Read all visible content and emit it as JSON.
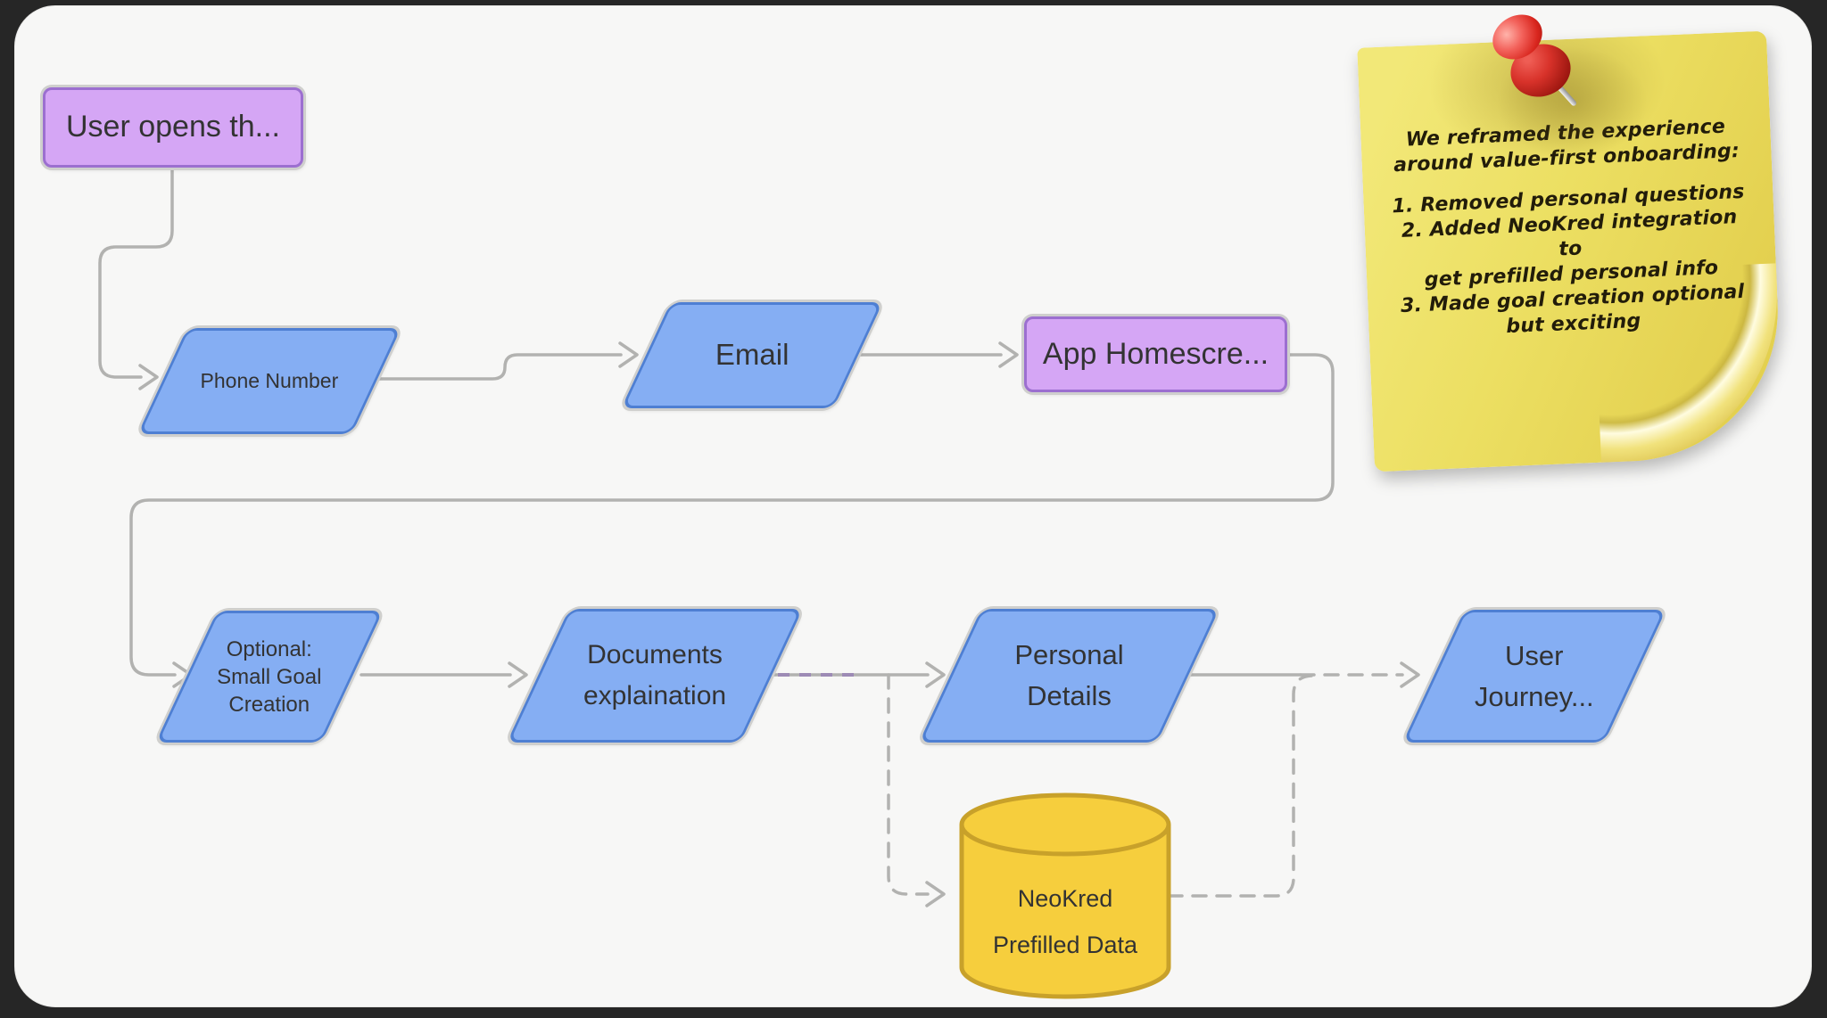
{
  "flowchart": {
    "nodes": {
      "user_opens": {
        "label": "User opens th..."
      },
      "phone": {
        "label": "Phone Number"
      },
      "email": {
        "label": "Email"
      },
      "app_home": {
        "label": "App Homescre..."
      },
      "optional_goal": {
        "lines": [
          "Optional:",
          "Small Goal",
          "Creation"
        ]
      },
      "documents": {
        "lines": [
          "Documents",
          "explaination"
        ]
      },
      "personal": {
        "lines": [
          "Personal",
          "Details"
        ]
      },
      "journey": {
        "lines": [
          "User",
          "Journey..."
        ]
      },
      "neokred": {
        "lines": [
          "NeoKred",
          "Prefilled Data"
        ]
      }
    }
  },
  "sticky_note": {
    "heading_lines": [
      "We reframed the experience",
      "around value-first onboarding:"
    ],
    "list_lines": [
      "1. Removed personal questions",
      "2. Added NeoKred integration to",
      "get prefilled personal info",
      "3. Made goal creation optional",
      "but exciting"
    ],
    "pin": "red-pushpin"
  },
  "palette": {
    "background": "#262626",
    "canvas": "#f7f7f6",
    "connector_gray": "#b2b2b0",
    "dashed_accent_purple": "#9d8bb5",
    "blue_fill": "#85aef3",
    "blue_border": "#4e7fd3",
    "purple_fill": "#d5a6f5",
    "purple_border": "#9c6fd0",
    "cylinder_fill": "#f6ce3d",
    "cylinder_border": "#c8a12a",
    "note_yellow": "#ecdf62",
    "pin_red": "#d6281f",
    "text_dark": "#333333"
  }
}
